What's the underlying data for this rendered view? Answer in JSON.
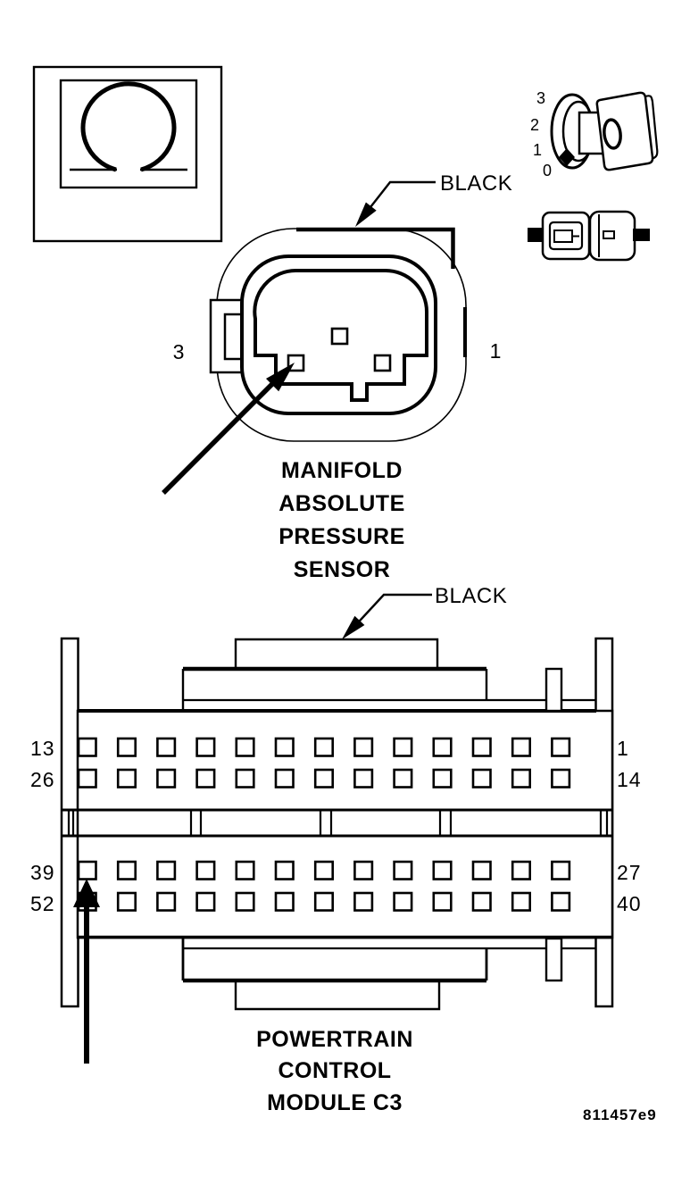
{
  "figure": {
    "type": "connector-wiring-diagram",
    "id_code": "811457e9",
    "colors": {
      "line": "#000000",
      "background": "#ffffff",
      "text": "#000000"
    }
  },
  "icons": {
    "ohmmeter": {
      "name": "ohmmeter-icon",
      "symbol": "ohm"
    },
    "meter_dial": {
      "name": "meter-dial-icon"
    },
    "disconnect": {
      "name": "disconnect-connector-icon"
    }
  },
  "dial": {
    "numbers": [
      "3",
      "2",
      "1",
      "0"
    ]
  },
  "map_connector": {
    "wire_color": "BLACK",
    "pin_left": "3",
    "pin_right": "1",
    "caption": [
      "MANIFOLD",
      "ABSOLUTE",
      "PRESSURE",
      "SENSOR"
    ]
  },
  "pcm_connector": {
    "wire_color": "BLACK",
    "rows": 4,
    "pins_per_row": 13,
    "row_labels_left": [
      "13",
      "26",
      "39",
      "52"
    ],
    "row_labels_right": [
      "1",
      "14",
      "27",
      "40"
    ],
    "caption": [
      "POWERTRAIN",
      "CONTROL",
      "MODULE C3"
    ]
  }
}
